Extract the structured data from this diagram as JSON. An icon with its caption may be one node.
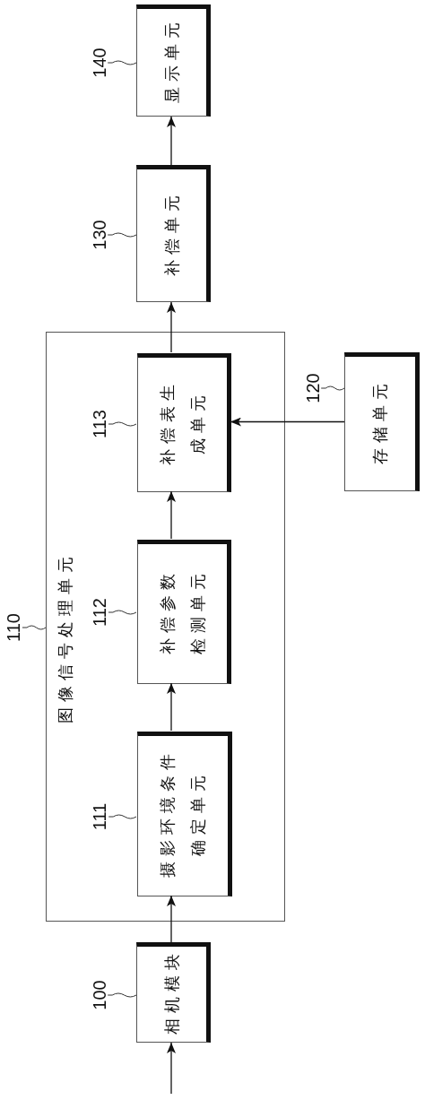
{
  "diagram": {
    "nodes": [
      {
        "text": [
          "相机模块"
        ]
      },
      {
        "text": [
          "图像信号处理单元"
        ]
      },
      {
        "text": [
          "摄影环境条件确定单元"
        ],
        "in": 1
      },
      {
        "text": [
          "补偿参数检测单元"
        ],
        "in": 1
      },
      {
        "text": [
          "补偿表生成单元"
        ],
        "in": 1
      },
      {
        "text": [
          "存储单元"
        ]
      },
      {
        "text": [
          "补偿单元"
        ]
      },
      {
        "text": [
          "显示单元"
        ]
      },
      {
        "text": [
          "100"
        ]
      },
      {
        "text": [
          "110"
        ]
      },
      {
        "text": [
          "111"
        ],
        "in": 1
      },
      {
        "text": [
          "112"
        ],
        "in": 1
      },
      {
        "text": [
          "113"
        ],
        "in": 1
      },
      {
        "text": [
          "120"
        ]
      },
      {
        "text": [
          "130"
        ]
      },
      {
        "text": [
          "140"
        ]
      }
    ],
    "edges": [
      {
        "from": null,
        "to": 0,
        "arrow": "to"
      },
      {
        "from": 0,
        "to": 2,
        "arrow": "to"
      },
      {
        "from": 2,
        "to": 3,
        "arrow": "to"
      },
      {
        "from": 3,
        "to": 4,
        "arrow": "to"
      },
      {
        "from": 5,
        "to": 4,
        "arrow": "to"
      },
      {
        "from": 4,
        "to": 6,
        "arrow": "to"
      },
      {
        "from": 6,
        "to": 7,
        "arrow": "to"
      },
      {
        "from": 8,
        "to": 0,
        "arrow": "none"
      },
      {
        "from": 9,
        "to": 1,
        "arrow": "none"
      },
      {
        "from": 10,
        "to": 2,
        "arrow": "none"
      },
      {
        "from": 11,
        "to": 3,
        "arrow": "none"
      },
      {
        "from": 12,
        "to": 4,
        "arrow": "none"
      },
      {
        "from": 13,
        "to": 5,
        "arrow": "none"
      },
      {
        "from": 14,
        "to": 6,
        "arrow": "none"
      },
      {
        "from": 15,
        "to": 7,
        "arrow": "none"
      }
    ]
  }
}
